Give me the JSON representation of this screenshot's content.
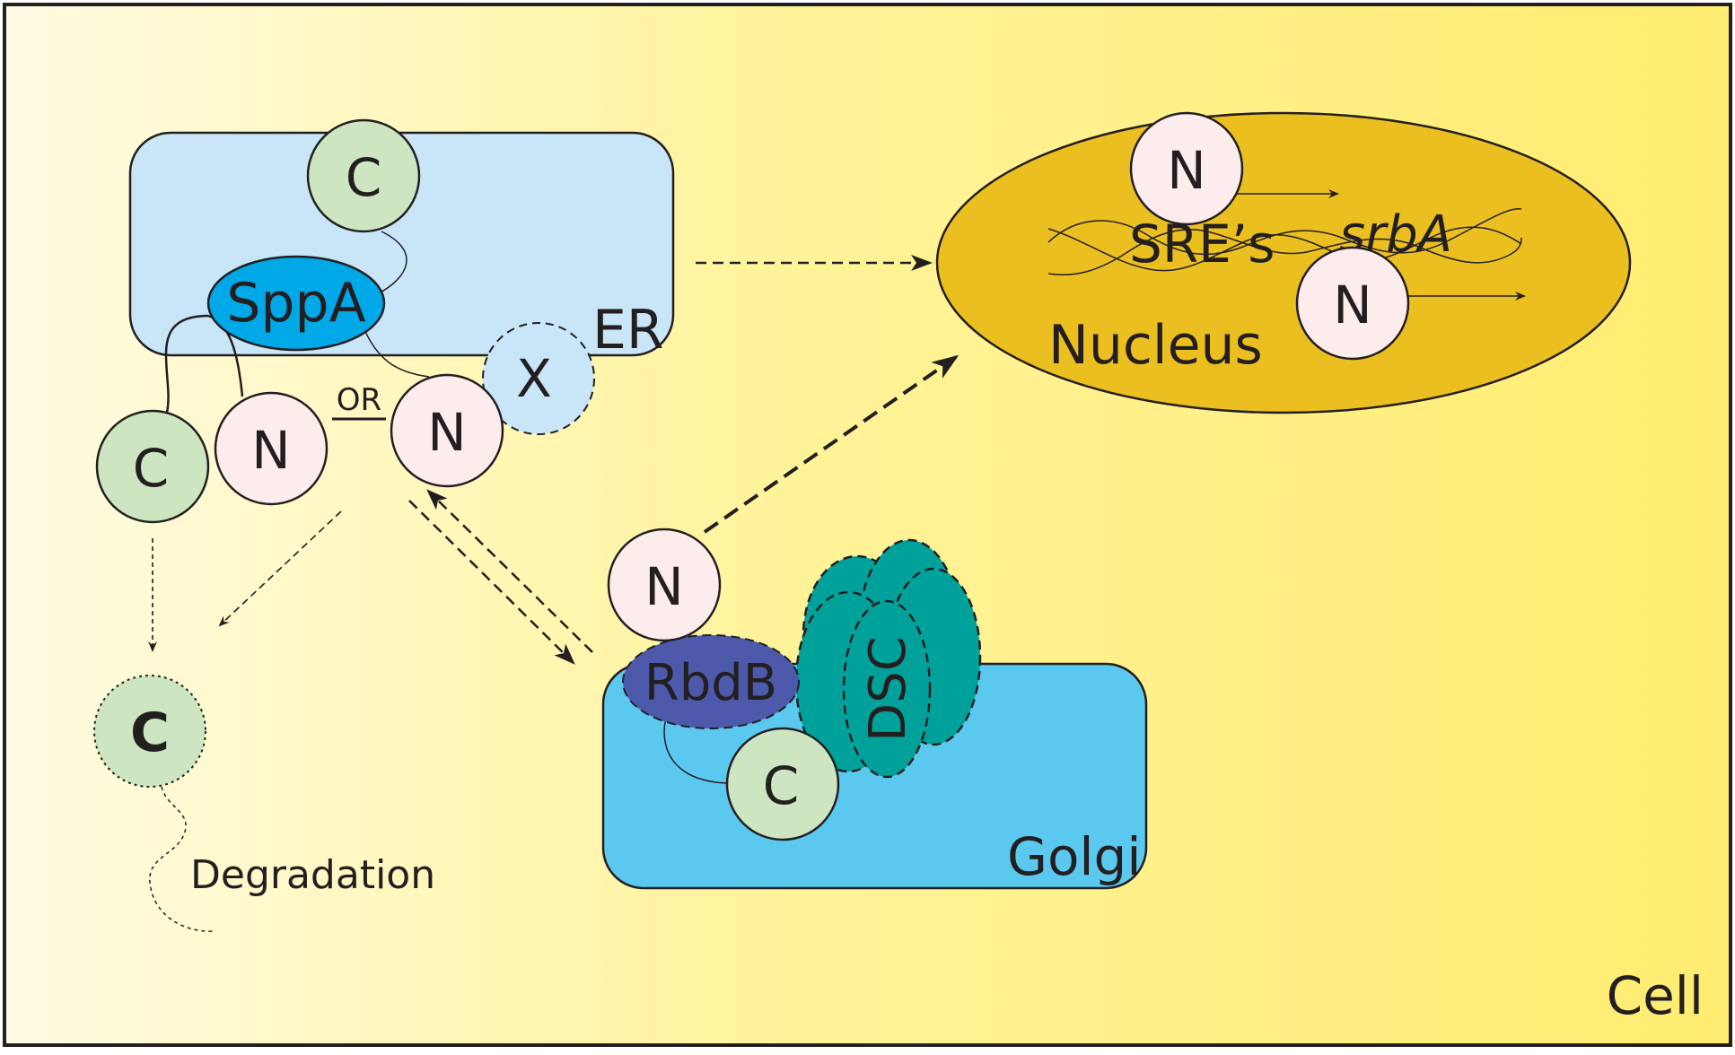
{
  "labels": {
    "cell": "Cell",
    "er": "ER",
    "golgi": "Golgi",
    "nucleus": "Nucleus",
    "sppa": "SppA",
    "rbdb": "RbdB",
    "dsc": "DSC",
    "x": "X",
    "or": "OR",
    "sre": "SRE’s",
    "srba": "srbA",
    "degradation": "Degradation",
    "c_er_top": "C",
    "c_er_bottom": "C",
    "n_er_left": "N",
    "n_er_right": "N",
    "c_degraded": "C",
    "n_golgi": "N",
    "c_golgi": "C",
    "n_nucleus_top": "N",
    "n_nucleus_bottom": "N"
  },
  "colors": {
    "cell_gradient_start": "#fffbe3",
    "cell_gradient_mid": "#fff39a",
    "cell_gradient_end": "#ffec70",
    "er_fill": "#c8e6f8",
    "golgi_fill": "#5bc8ef",
    "nucleus_fill": "#ebbf1f",
    "sppa_fill": "#00a8e8",
    "rbdb_fill": "#4d5aab",
    "dsc_fill": "#00a19a",
    "c_domain_fill": "#cde5c0",
    "n_domain_fill": "#fdecec",
    "x_fill": "#c8e6f8",
    "stroke": "#231f20"
  }
}
